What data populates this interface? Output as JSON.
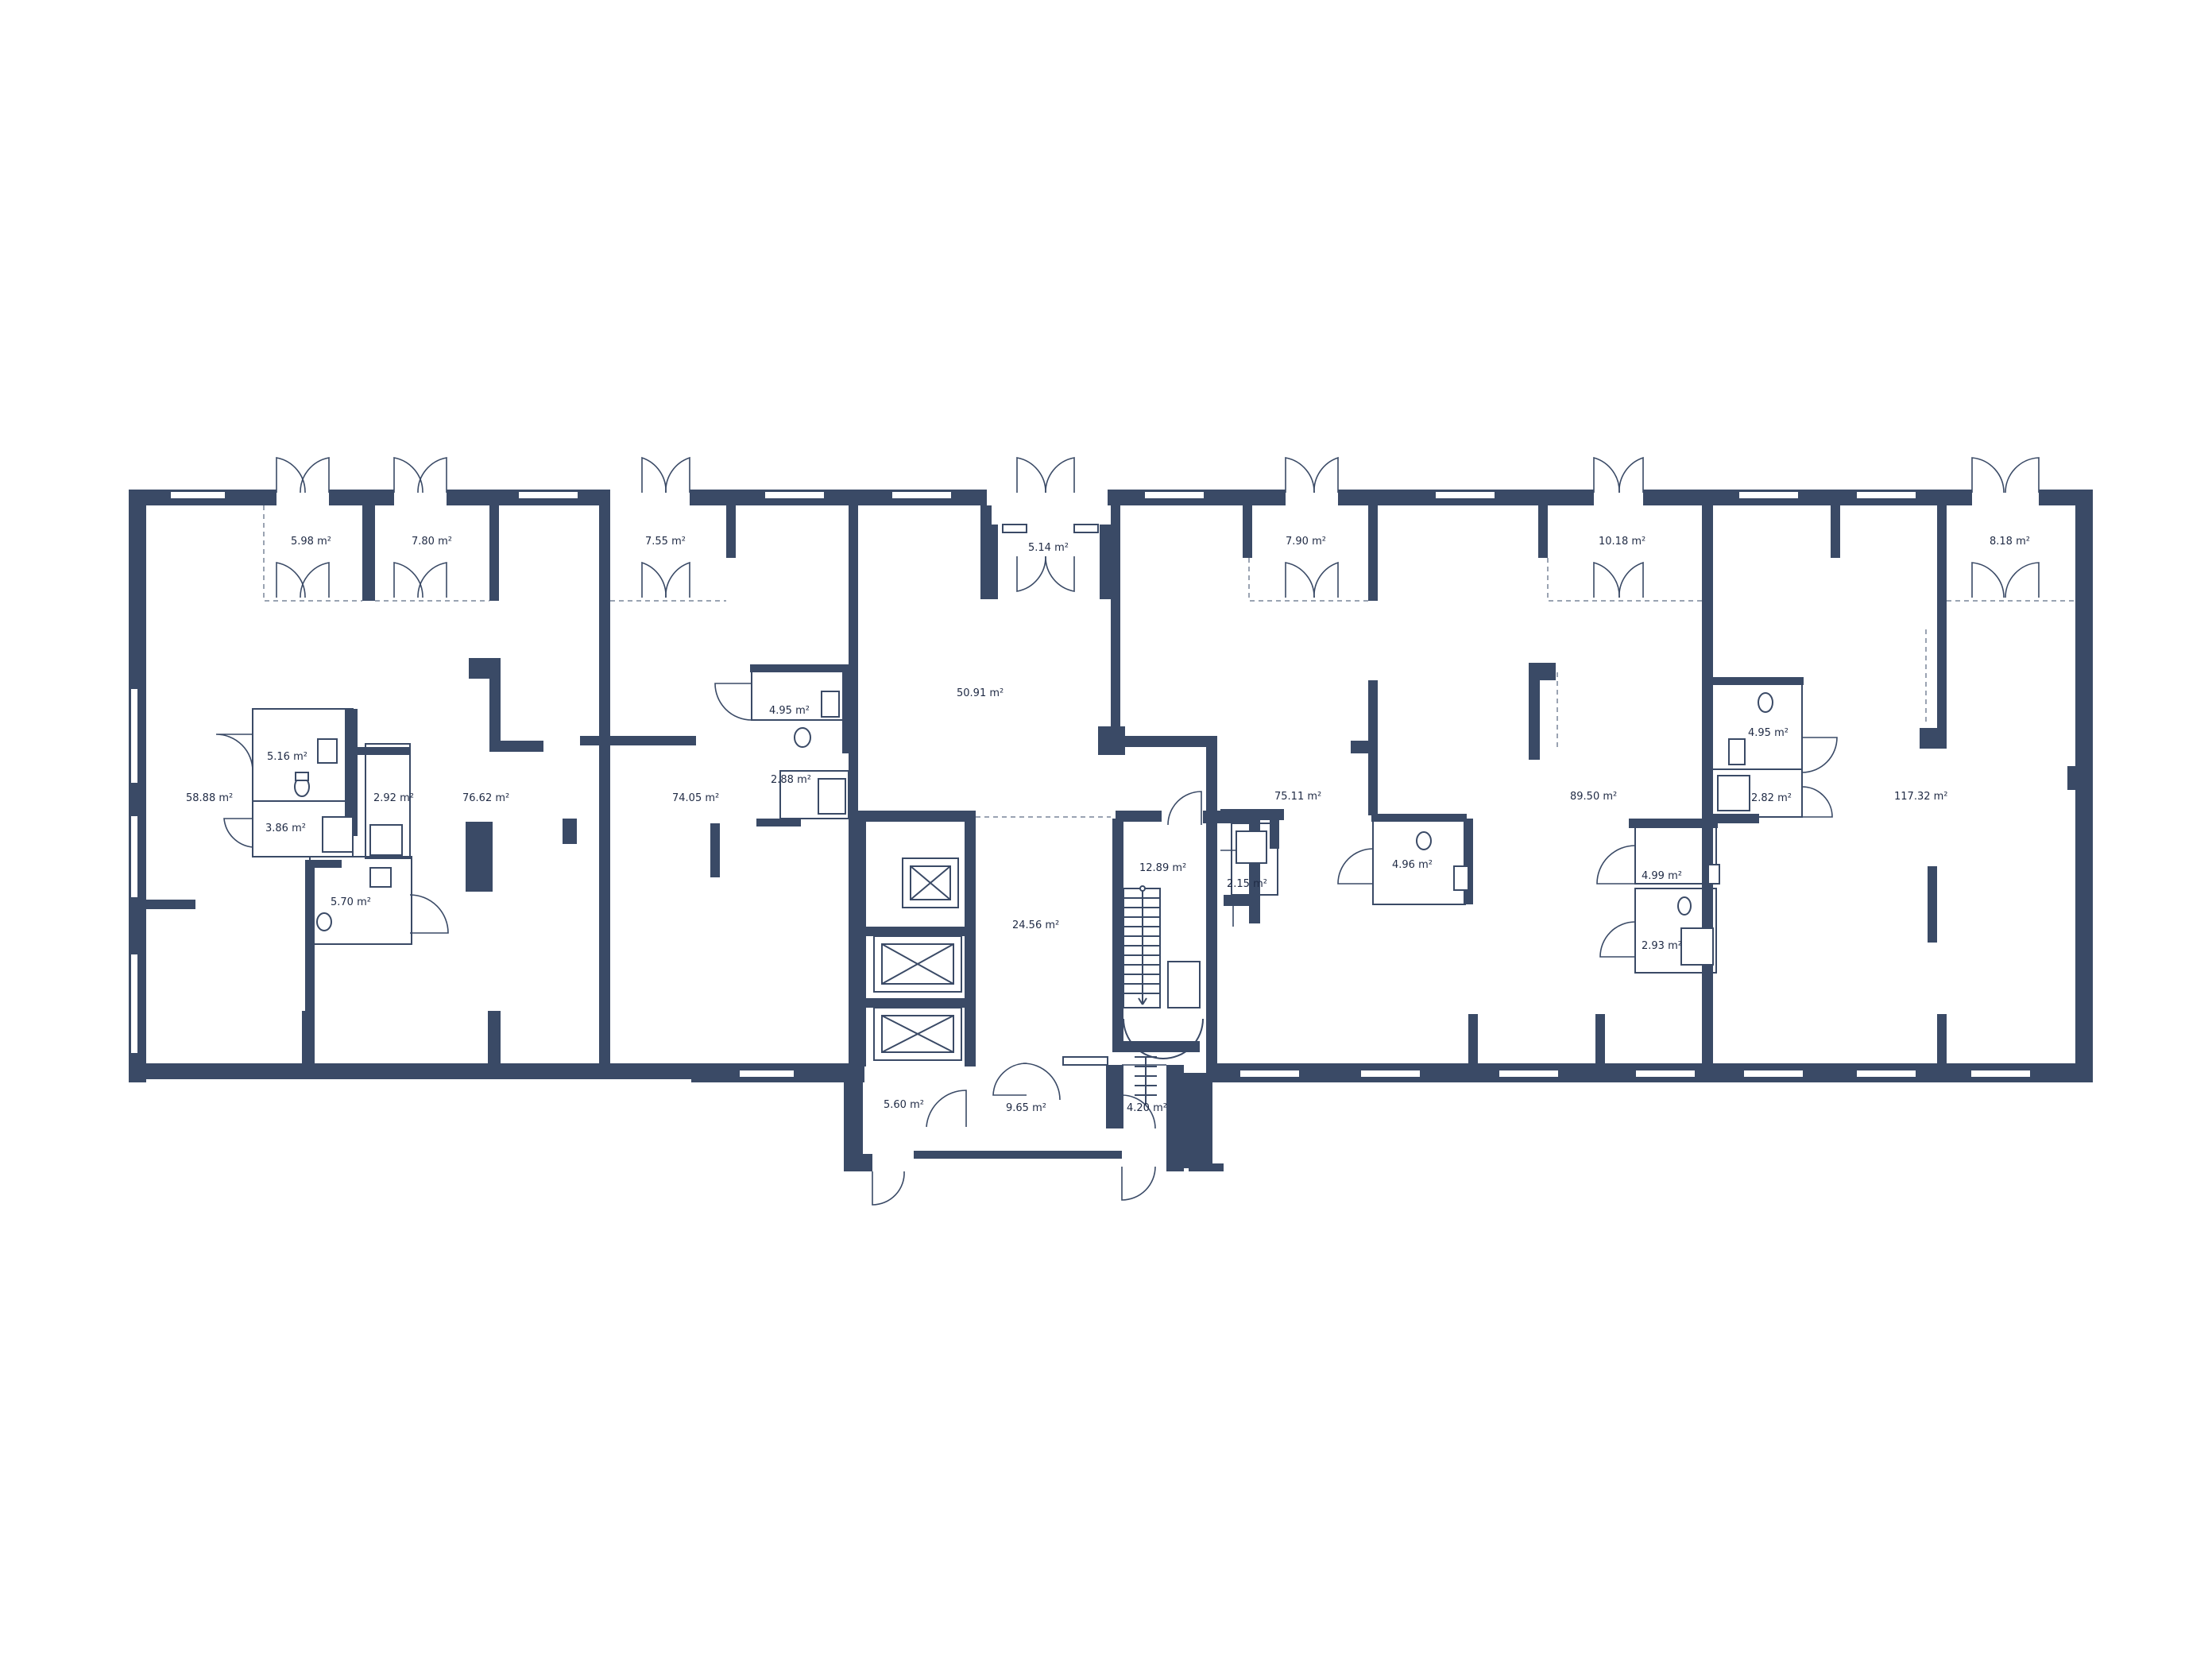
{
  "colors": {
    "wall": "#3a4a66",
    "background": "#ffffff",
    "label": "#1f2a44"
  },
  "rooms": [
    {
      "id": "r1",
      "area": "5.98 m²"
    },
    {
      "id": "r2",
      "area": "7.80 m²"
    },
    {
      "id": "r3",
      "area": "7.55 m²"
    },
    {
      "id": "r4",
      "area": "5.14 m²"
    },
    {
      "id": "r5",
      "area": "7.90 m²"
    },
    {
      "id": "r6",
      "area": "10.18 m²"
    },
    {
      "id": "r7",
      "area": "8.18 m²"
    },
    {
      "id": "r8",
      "area": "50.91 m²"
    },
    {
      "id": "r9",
      "area": "4.95 m²"
    },
    {
      "id": "r10",
      "area": "2.88 m²"
    },
    {
      "id": "r11",
      "area": "5.16 m²"
    },
    {
      "id": "r12",
      "area": "58.88 m²"
    },
    {
      "id": "r13",
      "area": "2.92 m²"
    },
    {
      "id": "r14",
      "area": "76.62 m²"
    },
    {
      "id": "r15",
      "area": "3.86 m²"
    },
    {
      "id": "r16",
      "area": "5.70 m²"
    },
    {
      "id": "r17",
      "area": "74.05 m²"
    },
    {
      "id": "r18",
      "area": "24.56 m²"
    },
    {
      "id": "r19",
      "area": "12.89 m²"
    },
    {
      "id": "r20",
      "area": "2.15 m²"
    },
    {
      "id": "r21",
      "area": "75.11 m²"
    },
    {
      "id": "r22",
      "area": "4.96 m²"
    },
    {
      "id": "r23",
      "area": "89.50 m²"
    },
    {
      "id": "r24",
      "area": "4.99 m²"
    },
    {
      "id": "r25",
      "area": "2.93 m²"
    },
    {
      "id": "r26",
      "area": "4.95 m²"
    },
    {
      "id": "r27",
      "area": "2.82 m²"
    },
    {
      "id": "r28",
      "area": "117.32 m²"
    },
    {
      "id": "r29",
      "area": "5.60 m²"
    },
    {
      "id": "r30",
      "area": "9.65 m²"
    },
    {
      "id": "r31",
      "area": "4.20 m²"
    }
  ]
}
